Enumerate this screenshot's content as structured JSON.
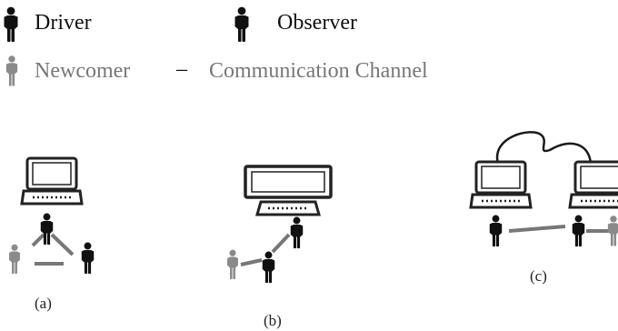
{
  "legend": {
    "driver": "Driver",
    "observer": "Observer",
    "newcomer": "Newcomer",
    "dash_symbol": "–",
    "channel": "Communication Channel"
  },
  "panels": [
    {
      "label": "(a)"
    },
    {
      "label": "(b)"
    },
    {
      "label": "(c)"
    }
  ],
  "colors": {
    "driver": "#111111",
    "observer": "#111111",
    "newcomer": "#8a8a8a",
    "channel": "#777777",
    "monitor_outline": "#222222",
    "cable": "#1a1a1a"
  }
}
